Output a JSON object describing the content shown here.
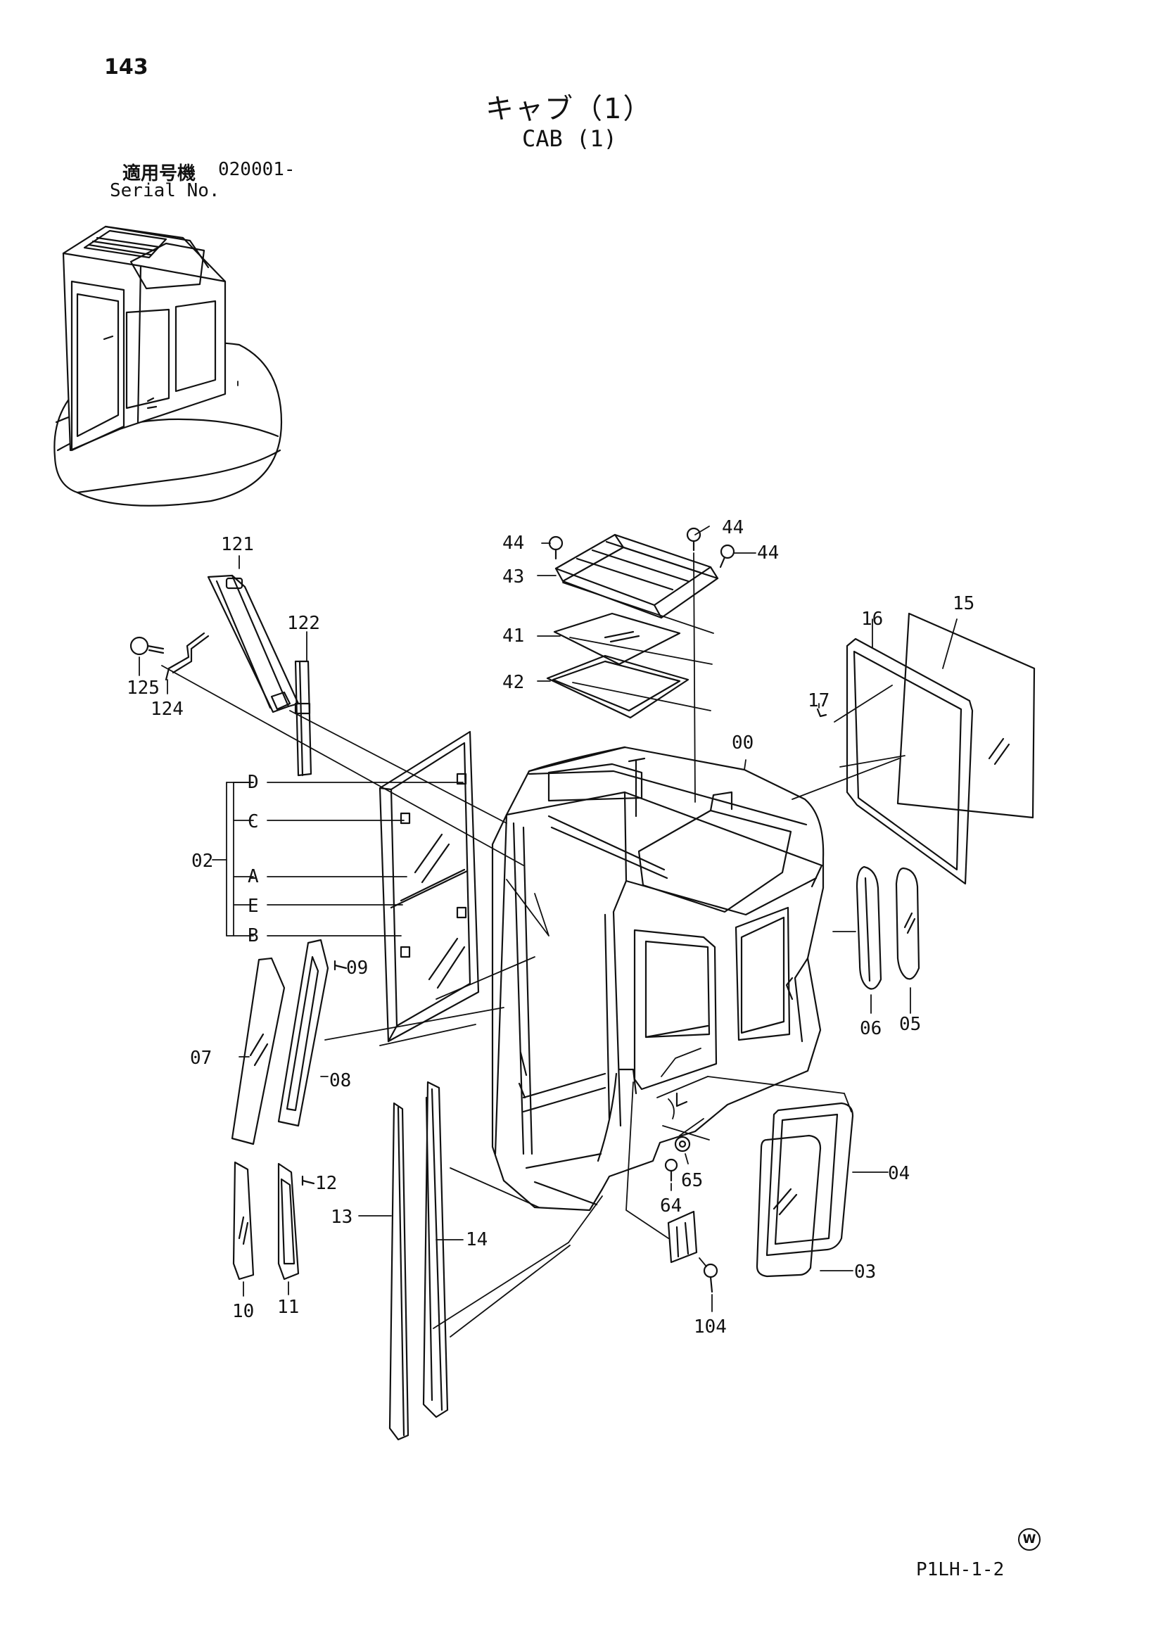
{
  "page_number": "143",
  "title_jp": "キャブ（1）",
  "title_en": "CAB (1)",
  "serial": {
    "label_jp": "適用号機",
    "value": "020001-",
    "label_en": "Serial No."
  },
  "callouts": {
    "p121": "121",
    "p122": "122",
    "p125": "125",
    "p124": "124",
    "p44a": "44",
    "p44b": "44",
    "p44c": "44",
    "p43": "43",
    "p41": "41",
    "p42": "42",
    "p15": "15",
    "p16": "16",
    "p17": "17",
    "p00": "00",
    "p02": "02",
    "pD": "D",
    "pC": "C",
    "pA": "A",
    "pE": "E",
    "pB": "B",
    "p09": "09",
    "p07": "07",
    "p08": "08",
    "p12": "12",
    "p10": "10",
    "p11": "11",
    "p13": "13",
    "p14": "14",
    "p06": "06",
    "p05": "05",
    "p04": "04",
    "p03": "03",
    "p65": "65",
    "p64": "64",
    "p104": "104"
  },
  "w_mark": "W",
  "drawing_code": "P1LH-1-2"
}
